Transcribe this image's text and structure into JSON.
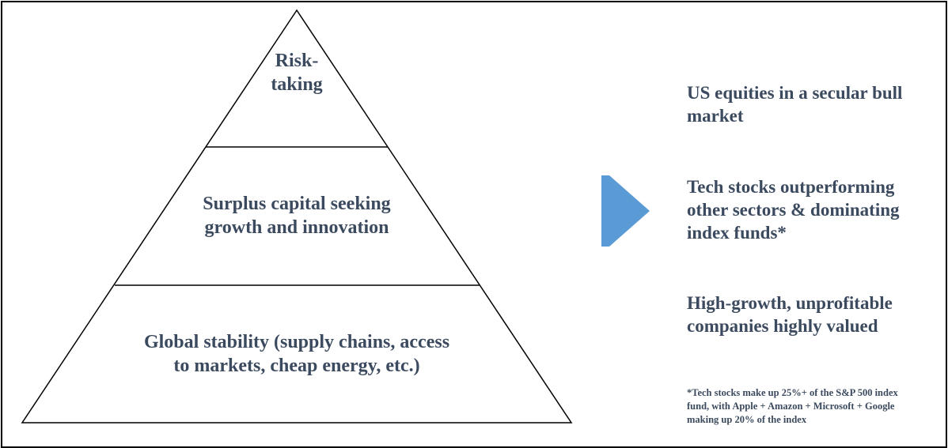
{
  "pyramid": {
    "tiers": [
      {
        "label": "Risk-\ntaking"
      },
      {
        "label": "Surplus capital seeking\ngrowth and innovation"
      },
      {
        "label": "Global stability (supply chains, access\nto markets, cheap energy, etc.)"
      }
    ]
  },
  "arrow": {
    "icon": "double-chevron-right-icon",
    "color": "#5b9bd5"
  },
  "outcomes": [
    {
      "text": "US equities in a secular bull\nmarket"
    },
    {
      "text": "Tech stocks outperforming\nother sectors & dominating\nindex funds*"
    },
    {
      "text": "High-growth, unprofitable\ncompanies highly valued"
    }
  ],
  "footnote": "*Tech stocks make up 25%+ of the S&P 500 index\nfund, with Apple + Amazon + Microsoft + Google\nmaking up 20% of the index",
  "colors": {
    "text": "#3b4a5e",
    "lines": "#000000",
    "arrow": "#5b9bd5"
  }
}
